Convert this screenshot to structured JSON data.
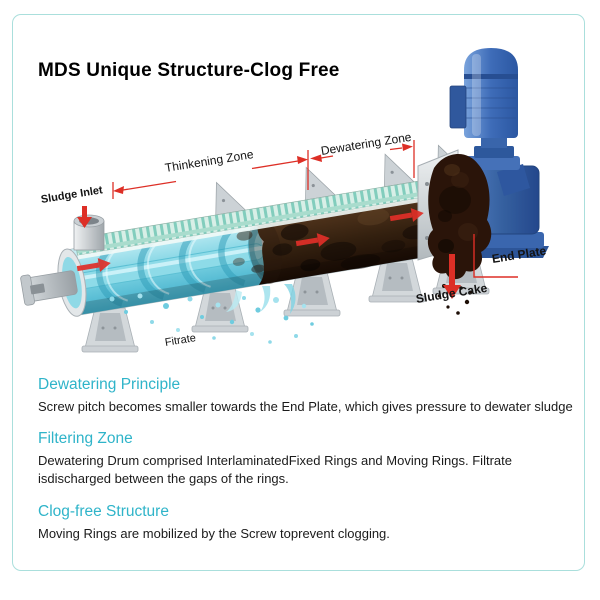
{
  "page": {
    "title": "MDS Unique Structure-Clog Free"
  },
  "colors": {
    "accent_cyan": "#2fb4c9",
    "frame_border": "#aadfdc",
    "annotation_red": "#e02f28",
    "motor_blue": "#3a66ae",
    "sludge_brown": "#2a1409",
    "water_cyan": "#8fd9e8"
  },
  "diagram": {
    "labels": {
      "sludge_inlet": "Sludge Inlet",
      "thickening_zone": "Thinkening Zone",
      "dewatering_zone": "Dewatering Zone",
      "end_plate": "End Plate",
      "sludge_cake": "Sludge Cake",
      "filtrate": "Fitrate"
    }
  },
  "sections": [
    {
      "heading": "Dewatering Principle",
      "body": "Screw pitch becomes smaller towards the End Plate, which gives pressure to dewater sludge"
    },
    {
      "heading": "Filtering Zone",
      "body": "Dewatering Drum comprised InterlaminatedFixed Rings and Moving Rings. Filtrate isdischarged between the gaps of the rings."
    },
    {
      "heading": "Clog-free Structure",
      "body": "Moving Rings are mobilized by the Screw toprevent clogging."
    }
  ]
}
